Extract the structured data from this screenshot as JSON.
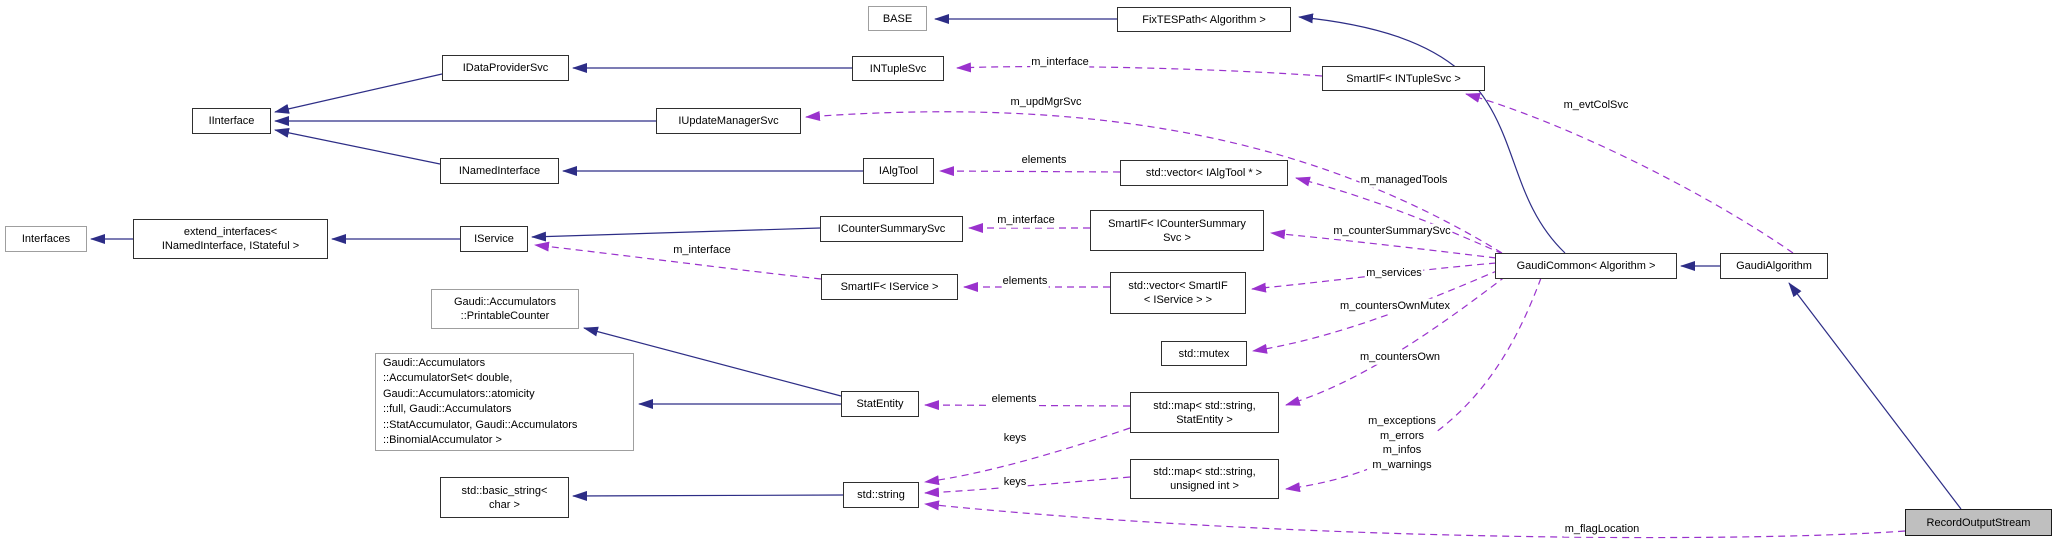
{
  "nodes": {
    "base": {
      "label": "BASE"
    },
    "fixtespath": {
      "label": "FixTESPath< Algorithm >"
    },
    "idataprovidersvc": {
      "label": "IDataProviderSvc"
    },
    "intuplesvc": {
      "label": "INTupleSvc"
    },
    "smartif_intuplesvc": {
      "label": "SmartIF< INTupleSvc >"
    },
    "iinterface": {
      "label": "IInterface"
    },
    "iupdatemanagersvc": {
      "label": "IUpdateManagerSvc"
    },
    "inamedinterface": {
      "label": "INamedInterface"
    },
    "ialgtool": {
      "label": "IAlgTool"
    },
    "vector_ialgtool": {
      "label": "std::vector< IAlgTool * >"
    },
    "interfaces": {
      "label": "Interfaces"
    },
    "extend_interfaces": {
      "label": "extend_interfaces<\nINamedInterface, IStateful >"
    },
    "iservice": {
      "label": "IService"
    },
    "icountersummarysvc": {
      "label": "ICounterSummarySvc"
    },
    "smartif_icountersummarysvc": {
      "label": "SmartIF< ICounterSummary\nSvc >"
    },
    "smartif_iservice": {
      "label": "SmartIF< IService >"
    },
    "vector_smartif_iservice": {
      "label": "std::vector< SmartIF\n< IService > >"
    },
    "mutex": {
      "label": "std::mutex"
    },
    "printablecounter": {
      "label": "Gaudi::Accumulators\n::PrintableCounter"
    },
    "accumulatorset": {
      "label": "Gaudi::Accumulators\n::AccumulatorSet< double,\nGaudi::Accumulators::atomicity\n::full, Gaudi::Accumulators\n::StatAccumulator, Gaudi::Accumulators\n::BinomialAccumulator >"
    },
    "statentity": {
      "label": "StatEntity"
    },
    "map_statentity": {
      "label": "std::map< std::string,\nStatEntity >"
    },
    "map_unsigned": {
      "label": "std::map< std::string,\nunsigned int >"
    },
    "basic_string": {
      "label": "std::basic_string<\nchar >"
    },
    "stdstring": {
      "label": "std::string"
    },
    "gaudicommon": {
      "label": "GaudiCommon< Algorithm >"
    },
    "gaudialgorithm": {
      "label": "GaudiAlgorithm"
    },
    "recordoutputstream": {
      "label": "RecordOutputStream"
    }
  },
  "edge_labels": {
    "m_interface_intuplesvc": "m_interface",
    "m_updmgrsvc": "m_updMgrSvc",
    "elements_ialgtool": "elements",
    "m_managedtools": "m_managedTools",
    "m_interface_icountersummarysvc": "m_interface",
    "m_countersummarysvc": "m_counterSummarySvc",
    "m_interface_iservice": "m_interface",
    "elements_smartif_iservice": "elements",
    "m_services": "m_services",
    "m_countersownmutex": "m_countersOwnMutex",
    "m_countersown": "m_countersOwn",
    "elements_statentity": "elements",
    "m_message_counters": "m_exceptions\nm_errors\nm_infos\nm_warnings",
    "keys_statentity": "keys",
    "keys_unsigned": "keys",
    "m_evtcolsvc": "m_evtColSvc",
    "m_flaglocation": "m_flagLocation"
  },
  "colors": {
    "inheritance_edge": "#2d2d86",
    "usage_edge": "#9a32cd",
    "node_border": "#2f2f2f",
    "undocumented_node_border": "#9f9f9f",
    "highlighted_node_fill": "#bfbfbf",
    "background": "#ffffff"
  }
}
